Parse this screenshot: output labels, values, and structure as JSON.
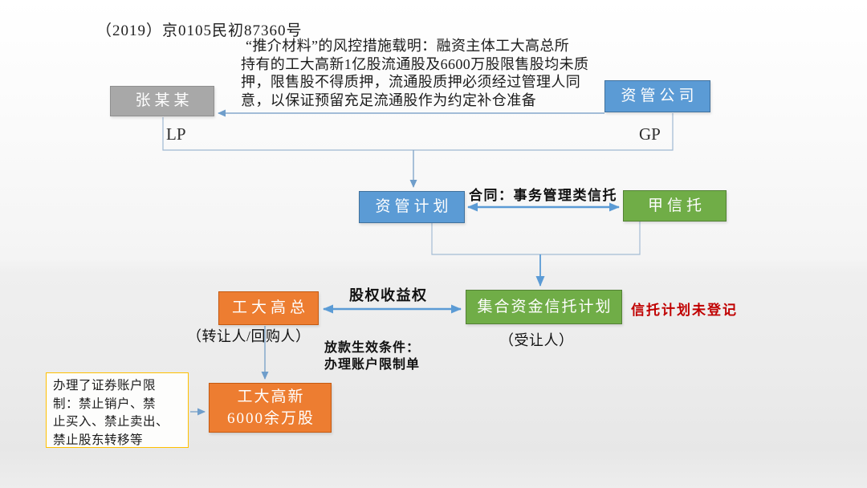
{
  "slide": {
    "case_number": "（2019）京0105民初87360号",
    "risk_note_lines": [
      "“推介材料”的风控措施载明：融资主体工大高总所",
      "持有的工大高新1亿股流通股及6600万股限售股均未质",
      "押，限售股不得质押，流通股质押必须经过管理人同",
      "意，以保证预留充足流通股作为约定补仓准备"
    ]
  },
  "nodes": {
    "zhang": {
      "label": "张某某",
      "fill": "#a8a8a8"
    },
    "zg_company": {
      "label": "资管公司",
      "fill": "#5b9bd5"
    },
    "zg_plan": {
      "label": "资管计划",
      "fill": "#5b9bd5"
    },
    "jia_trust": {
      "label": "甲信托",
      "fill": "#70ad47"
    },
    "gdgz": {
      "label": "工大高总",
      "fill": "#ed7d31"
    },
    "trust_plan": {
      "label": "集合资金信托计划",
      "fill": "#70ad47"
    },
    "gdgx": {
      "lines": [
        "工大高新",
        "6000余万股"
      ],
      "fill": "#ed7d31"
    },
    "restriction": {
      "lines": [
        "办理了证券账户限",
        "制：禁止销户、禁",
        "止买入、禁止卖出、",
        "禁止股东转移等"
      ],
      "border": "#ffc000"
    }
  },
  "labels": {
    "lp": "LP",
    "gp": "GP",
    "contract": "合同：事务管理类信托",
    "equity_income_right": "股权收益权",
    "trust_not_registered": "信托计划未登记",
    "transferor": "（转让人/回购人）",
    "transferee": "（受让人）",
    "loan_condition_line1": "放款生效条件：",
    "loan_condition_line2": "办理账户限制单"
  },
  "colors": {
    "connector_thin": "#84a8cb",
    "connector_bold": "#5b9bd5",
    "alert_red": "#c00000",
    "highlight_border": "#ffc000"
  }
}
